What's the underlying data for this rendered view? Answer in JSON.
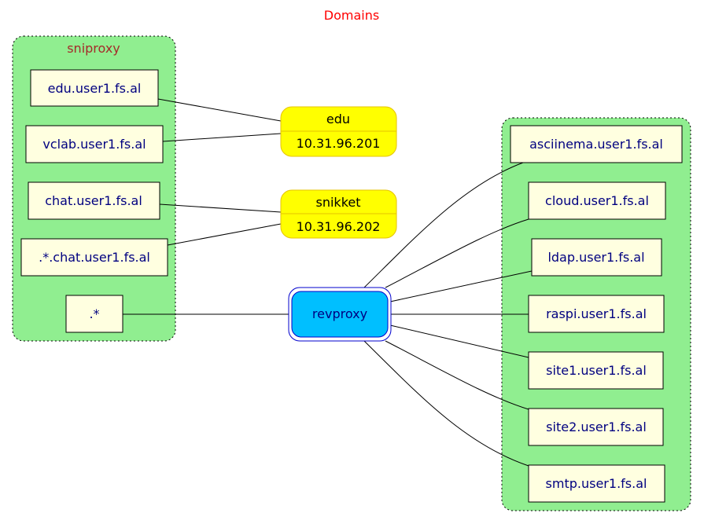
{
  "title": "Domains",
  "colors": {
    "title": "#ff0000",
    "cluster_fill": "#90ee90",
    "cluster_label": "#a52a2a",
    "domain_fill": "#ffffe0",
    "domain_text": "#000080",
    "server_fill": "#ffff00",
    "server_border": "#e6c300",
    "proxy_fill": "#00bfff",
    "proxy_border": "#0000cd"
  },
  "clusters": {
    "sniproxy": {
      "label": "sniproxy"
    },
    "revproxy_targets": {
      "label": ""
    }
  },
  "sni_domains": [
    {
      "id": "edu",
      "label": "edu.user1.fs.al"
    },
    {
      "id": "vclab",
      "label": "vclab.user1.fs.al"
    },
    {
      "id": "chat",
      "label": "chat.user1.fs.al"
    },
    {
      "id": "wildchat",
      "label": ".*.chat.user1.fs.al"
    },
    {
      "id": "wild",
      "label": ".*"
    }
  ],
  "servers": [
    {
      "id": "edu_server",
      "name": "edu",
      "ip": "10.31.96.201"
    },
    {
      "id": "snikket_server",
      "name": "snikket",
      "ip": "10.31.96.202"
    }
  ],
  "revproxy": {
    "label": "revproxy"
  },
  "rev_domains": [
    {
      "id": "asciinema",
      "label": "asciinema.user1.fs.al"
    },
    {
      "id": "cloud",
      "label": "cloud.user1.fs.al"
    },
    {
      "id": "ldap",
      "label": "ldap.user1.fs.al"
    },
    {
      "id": "raspi",
      "label": "raspi.user1.fs.al"
    },
    {
      "id": "site1",
      "label": "site1.user1.fs.al"
    },
    {
      "id": "site2",
      "label": "site2.user1.fs.al"
    },
    {
      "id": "smtp",
      "label": "smtp.user1.fs.al"
    }
  ]
}
